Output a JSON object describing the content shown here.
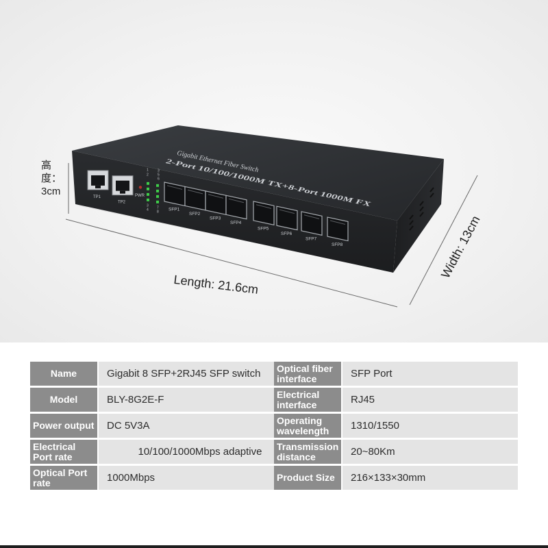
{
  "device": {
    "title_line1": "Gigabit Ethernet Fiber Switch",
    "title_line2": "2-Port 10/100/1000M TX+8-Port 1000M FX",
    "rj45_ports": [
      "TP1",
      "TP2"
    ],
    "pwr_label": "PWR",
    "led_top_numbers": [
      "1",
      "2",
      "3",
      "5",
      "6"
    ],
    "led_bottom_numbers": [
      "3",
      "4",
      "7",
      "8"
    ],
    "sfp_ports": [
      "SFP1",
      "SFP2",
      "SFP3",
      "SFP4",
      "SFP5",
      "SFP6",
      "SFP7",
      "SFP8"
    ]
  },
  "dimensions": {
    "height": "高度：3cm",
    "length": "Length: 21.6cm",
    "width": "Width: 13cm"
  },
  "specs": [
    {
      "label": "Name",
      "value": "Gigabit 8 SFP+2RJ45 SFP switch",
      "label2": "Optical fiber interface",
      "value2": "SFP Port"
    },
    {
      "label": "Model",
      "value": "BLY-8G2E-F",
      "label2": "Electrical interface",
      "value2": "RJ45"
    },
    {
      "label": "Power output",
      "value": "DC 5V3A",
      "label2": "Operating wavelength",
      "value2": "1310/1550"
    },
    {
      "label": "Electrical Port rate",
      "value": "10/100/1000Mbps adaptive",
      "label2": "Transmission distance",
      "value2": "20~80Km"
    },
    {
      "label": "Optical Port rate",
      "value": "1000Mbps",
      "label2": "Product Size",
      "value2": "216×133×30mm"
    }
  ],
  "colors": {
    "label_bg": "#8c8c8c",
    "value_bg": "#e4e4e4",
    "device_body": "#2b2d30",
    "led_green": "#3fcf4a"
  }
}
